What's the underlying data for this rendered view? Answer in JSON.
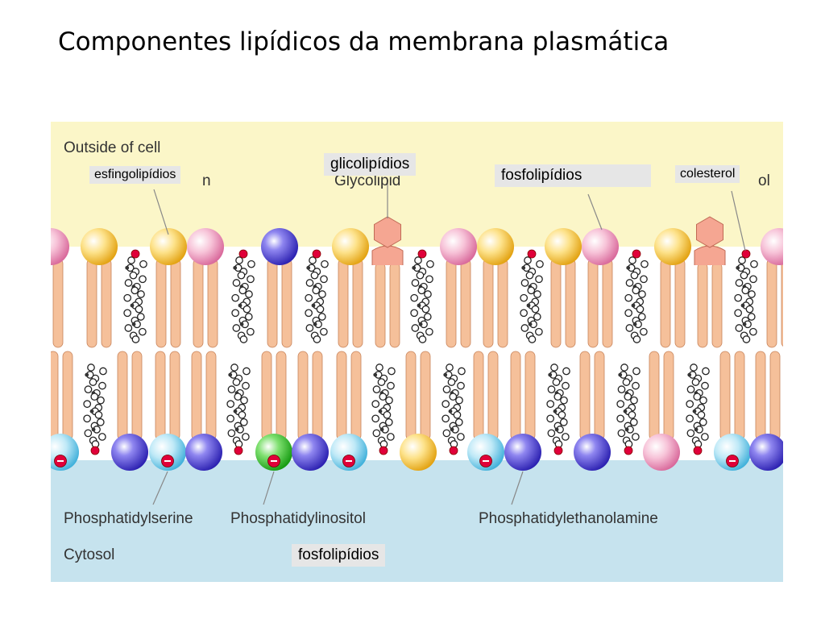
{
  "slide": {
    "title": "Componentes lipídicos da membrana plasmática"
  },
  "figure": {
    "outside_label": "Outside of cell",
    "cytosol_label": "Cytosol",
    "hidden_outer_labels": [
      "n",
      "Glycolipid",
      "ol"
    ],
    "inner_labels": [
      "Phosphatidylserine",
      "Phosphatidylinositol",
      "Phosphatidylethanolamine"
    ],
    "colors": {
      "outside": "#fbf6c8",
      "cytosol": "#c6e3ee",
      "tail": "#f5c09a",
      "tail_stroke": "#c8835a",
      "head_pink": "#e98fb6",
      "head_yellow": "#f3c440",
      "head_blue": "#4a3fd0",
      "head_cyan": "#7ed0ec",
      "head_green": "#2fbf2a",
      "sugar": "#f5a692",
      "charge": "#e0003a"
    }
  },
  "callouts": {
    "sphingolipids": "esfingolipídios",
    "glycolipids": "glicolipídios",
    "phospholipids_top": "fosfolipídios",
    "cholesterol": "colesterol",
    "phospholipids_bottom": "fosfolipídios"
  }
}
